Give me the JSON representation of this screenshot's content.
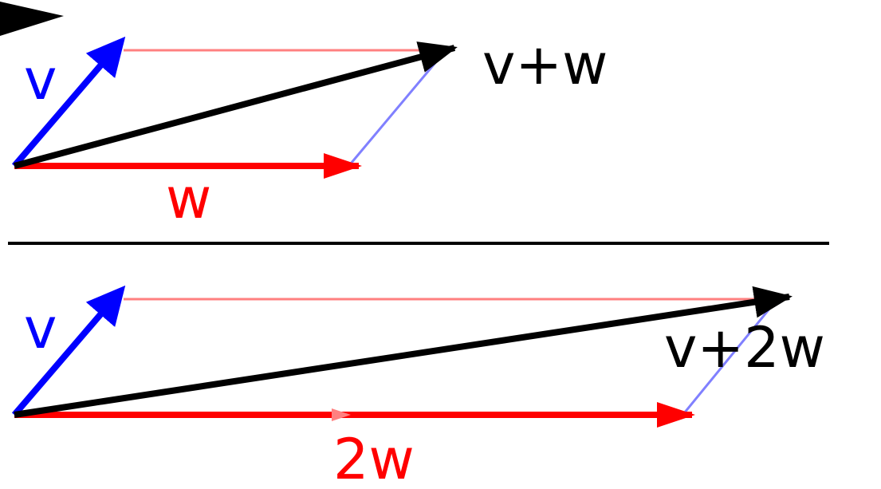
{
  "colors": {
    "v": "#0000ff",
    "w": "#ff0000",
    "sum": "#000000",
    "guide_v": "#8080ff",
    "guide_w": "#ff8080",
    "divider": "#000000"
  },
  "top": {
    "v_label": "v",
    "w_label": "w",
    "sum_label": "v+w"
  },
  "bottom": {
    "v_label": "v",
    "w_label": "2w",
    "sum_label": "v+2w"
  }
}
